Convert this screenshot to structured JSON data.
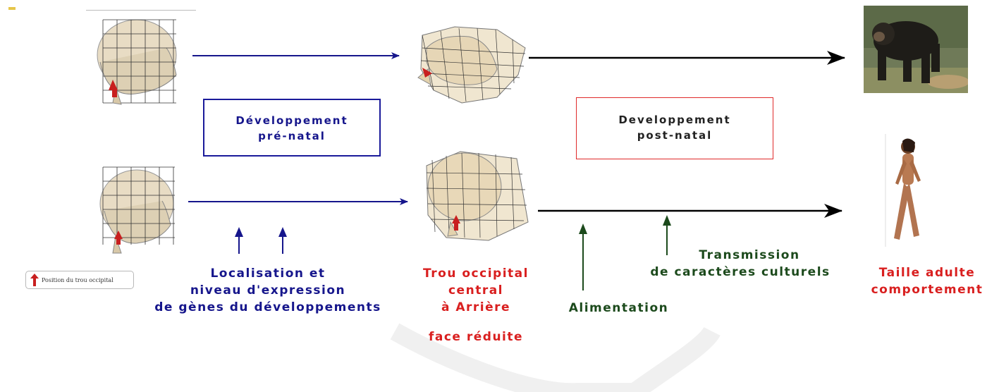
{
  "boxes": {
    "prenatal": [
      "Développement",
      "pré-natal"
    ],
    "postnatal": [
      "Developpement",
      "post-natal"
    ]
  },
  "labels": {
    "localisation": [
      "Localisation et",
      "niveau d'expression",
      "de gènes du développements"
    ],
    "trou": [
      "Trou occipital",
      "central",
      "à Arrière"
    ],
    "face": "face réduite",
    "transmission": [
      "Transmission",
      "de caractères culturels"
    ],
    "alimentation": "Alimentation",
    "taille": [
      "Taille adulte",
      "comportement"
    ]
  },
  "legend": {
    "text": "Position du trou occipital",
    "icon": "red-up-arrow-icon"
  },
  "images": {
    "chimp": "chimpanzee-photo",
    "human": "walking-human-figure",
    "skulls": [
      "chimp-fetal-skull",
      "chimp-adult-skull",
      "human-fetal-skull",
      "human-adult-skull"
    ]
  },
  "colors": {
    "blue": "#16168c",
    "red": "#d91f1f",
    "green": "#1c4a1c",
    "black": "#000000"
  }
}
